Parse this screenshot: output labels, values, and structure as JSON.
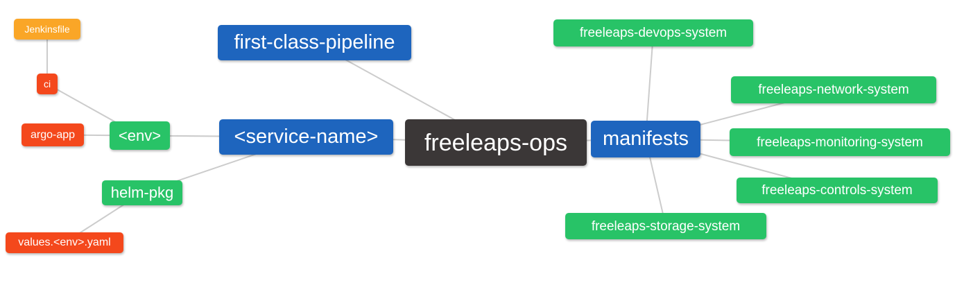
{
  "diagram": {
    "title": "freeleaps-ops repository mindmap",
    "background": "#ffffff",
    "edge_color": "#cccccc",
    "palette": {
      "orange": "#FAA627",
      "red": "#F4481C",
      "green": "#28C367",
      "blue": "#1E65BE",
      "dark": "#3B3737"
    },
    "text_color": "#ffffff",
    "nodes": [
      {
        "id": "jenkinsfile",
        "label": "Jenkinsfile",
        "color": "orange"
      },
      {
        "id": "ci",
        "label": "ci",
        "color": "red"
      },
      {
        "id": "argo-app",
        "label": "argo-app",
        "color": "red"
      },
      {
        "id": "env",
        "label": "<env>",
        "color": "green"
      },
      {
        "id": "helm-pkg",
        "label": "helm-pkg",
        "color": "green"
      },
      {
        "id": "values-env-yaml",
        "label": "values.<env>.yaml",
        "color": "red"
      },
      {
        "id": "first-class-pipeline",
        "label": "first-class-pipeline",
        "color": "blue"
      },
      {
        "id": "service-name",
        "label": "<service-name>",
        "color": "blue"
      },
      {
        "id": "freeleaps-ops",
        "label": "freeleaps-ops",
        "color": "dark"
      },
      {
        "id": "manifests",
        "label": "manifests",
        "color": "blue"
      },
      {
        "id": "freeleaps-devops-system",
        "label": "freeleaps-devops-system",
        "color": "green"
      },
      {
        "id": "freeleaps-network-system",
        "label": "freeleaps-network-system",
        "color": "green"
      },
      {
        "id": "freeleaps-monitoring-system",
        "label": "freeleaps-monitoring-system",
        "color": "green"
      },
      {
        "id": "freeleaps-controls-system",
        "label": "freeleaps-controls-system",
        "color": "green"
      },
      {
        "id": "freeleaps-storage-system",
        "label": "freeleaps-storage-system",
        "color": "green"
      }
    ],
    "edges": [
      [
        "jenkinsfile",
        "ci"
      ],
      [
        "ci",
        "env"
      ],
      [
        "argo-app",
        "env"
      ],
      [
        "env",
        "service-name"
      ],
      [
        "helm-pkg",
        "service-name"
      ],
      [
        "values-env-yaml",
        "helm-pkg"
      ],
      [
        "first-class-pipeline",
        "freeleaps-ops"
      ],
      [
        "service-name",
        "freeleaps-ops"
      ],
      [
        "freeleaps-ops",
        "manifests"
      ],
      [
        "manifests",
        "freeleaps-devops-system"
      ],
      [
        "manifests",
        "freeleaps-network-system"
      ],
      [
        "manifests",
        "freeleaps-monitoring-system"
      ],
      [
        "manifests",
        "freeleaps-controls-system"
      ],
      [
        "manifests",
        "freeleaps-storage-system"
      ]
    ]
  }
}
